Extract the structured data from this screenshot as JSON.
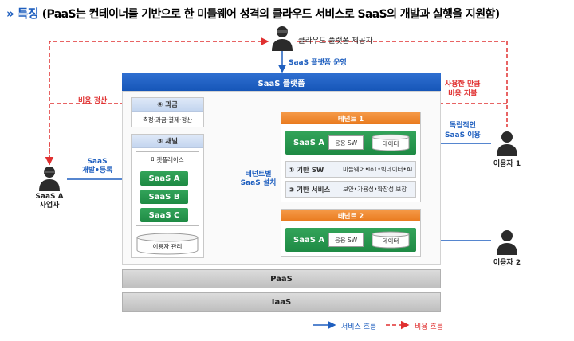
{
  "title": {
    "prefix": "»",
    "head": "특징",
    "sub": "(PaaS는 컨테이너를 기반으로 한 미들웨어 성격의 클라우드 서비스로 SaaS의 개발과 실행을 지원함)"
  },
  "provider": {
    "label": "클라우드 플랫폼 제공자",
    "op_label": "SaaS 플랫폼 운영"
  },
  "saas_platform": "SaaS 플랫폼",
  "billing": {
    "header": "④ 과금",
    "items": "측정·과금·결제·정산",
    "fee_label": "비용 정산",
    "usage_fee_line1": "사용한 만큼",
    "usage_fee_line2": "비용 지불"
  },
  "channel": {
    "header": "③ 채널",
    "marketplace": "마켓플레이스",
    "apps": [
      "SaaS A",
      "SaaS B",
      "SaaS C"
    ],
    "user_mgmt": "이용자 관리"
  },
  "saas_vendor": {
    "line1": "SaaS A",
    "line2": "사업자",
    "dev_line1": "SaaS",
    "dev_line2": "개발•등록"
  },
  "tenant_install": {
    "line1": "테넌트별",
    "line2": "SaaS 설치"
  },
  "tenant1": {
    "header": "테넌트 1",
    "app": "SaaS A",
    "app_sw": "응용 SW",
    "data": "데이터",
    "rows": [
      {
        "label": "① 기반 SW",
        "value": "미들웨어•IoT•빅데이터•AI"
      },
      {
        "label": "② 기반 서비스",
        "value": "보안•가용성•확장성 보장"
      }
    ]
  },
  "tenant2": {
    "header": "테넌트 2",
    "app": "SaaS A",
    "app_sw": "응용 SW",
    "data": "데이터"
  },
  "user1": {
    "label": "이용자 1",
    "use_line1": "독립적인",
    "use_line2": "SaaS 이용"
  },
  "user2": {
    "label": "이용자 2"
  },
  "paas": "PaaS",
  "iaas": "IaaS",
  "legend": {
    "service": "서비스 흐름",
    "cost": "비용 흐름"
  },
  "colors": {
    "blue": "#1f5fbf",
    "red": "#e03030",
    "green": "#1e8a44",
    "orange": "#e97a1e"
  }
}
